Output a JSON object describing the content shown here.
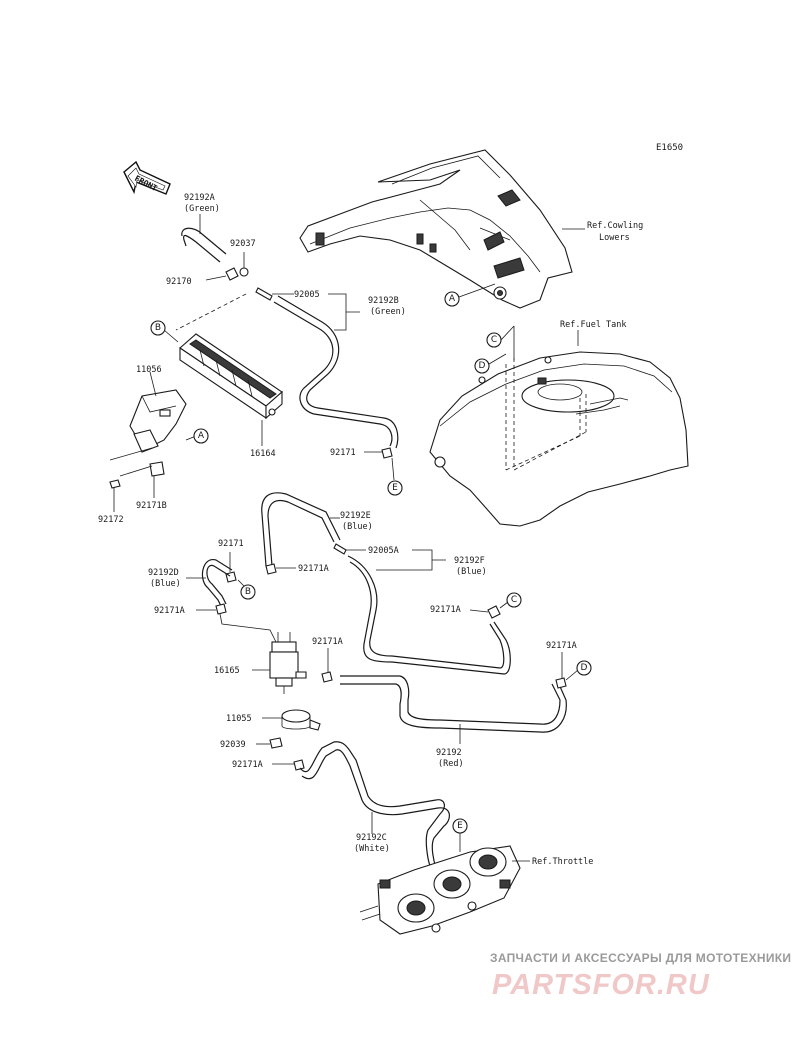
{
  "diagram": {
    "code": "E1650",
    "front_label": "FRONT",
    "parts": {
      "p92192A": "92192A",
      "p92192A_color": "(Green)",
      "p92037": "92037",
      "p92170": "92170",
      "p92005": "92005",
      "p92192B": "92192B",
      "p92192B_color": "(Green)",
      "p11056": "11056",
      "p16164": "16164",
      "p92171": "92171",
      "p92171B": "92171B",
      "p92172": "92172",
      "p92192E": "92192E",
      "p92192E_color": "(Blue)",
      "p92005A": "92005A",
      "p92192F": "92192F",
      "p92192F_color": "(Blue)",
      "p92171_b": "92171",
      "p92171A_1": "92171A",
      "p92192D": "92192D",
      "p92192D_color": "(Blue)",
      "p92171A_2": "92171A",
      "p92171A_3": "92171A",
      "p92171A_4": "92171A",
      "p92171A_5": "92171A",
      "p16165": "16165",
      "p11055": "11055",
      "p92039": "92039",
      "p92171A_6": "92171A",
      "p92192": "92192",
      "p92192_color": "(Red)",
      "p92192C": "92192C",
      "p92192C_color": "(White)"
    },
    "references": {
      "cowling_line1": "Ref.Cowling",
      "cowling_line2": "Lowers",
      "fuel_tank": "Ref.Fuel Tank",
      "throttle": "Ref.Throttle"
    },
    "callouts": {
      "a_top": "A",
      "b_canister": "B",
      "a_bracket": "A",
      "c_tank": "C",
      "d_tank": "D",
      "e_92171": "E",
      "b_92171": "B",
      "c_92171A": "C",
      "d_92171A": "D",
      "e_throttle": "E"
    }
  },
  "watermark": {
    "tagline": "ЗАПЧАСТИ И АКСЕССУАРЫ ДЛЯ МОТОТЕХНИКИ",
    "brand": "PARTSFOR.RU"
  }
}
